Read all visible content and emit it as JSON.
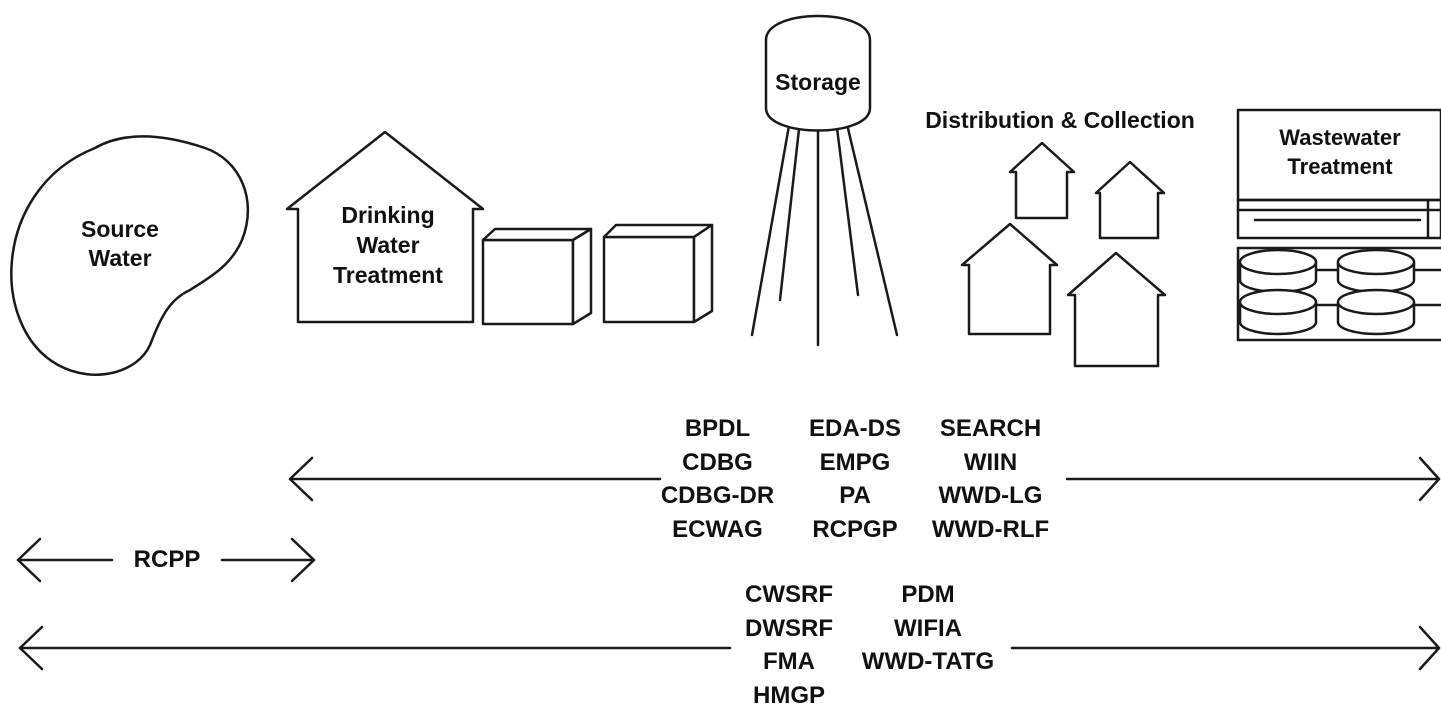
{
  "stages": {
    "source_water": {
      "line1": "Source",
      "line2": "Water"
    },
    "drinking_water_treatment": {
      "line1": "Drinking",
      "line2": "Water",
      "line3": "Treatment"
    },
    "storage": {
      "label": "Storage"
    },
    "distribution_collection": {
      "label": "Distribution & Collection"
    },
    "wastewater_treatment": {
      "line1": "Wastewater",
      "line2": "Treatment"
    }
  },
  "spans": {
    "treatment_to_wastewater": {
      "columns": [
        [
          "BPDL",
          "CDBG",
          "CDBG-DR",
          "ECWAG"
        ],
        [
          "EDA-DS",
          "EMPG",
          "PA",
          "RCPGP"
        ],
        [
          "SEARCH",
          "WIIN",
          "WWD-LG",
          "WWD-RLF"
        ]
      ]
    },
    "source_only": {
      "label": "RCPP"
    },
    "full_system": {
      "columns": [
        [
          "CWSRF",
          "DWSRF",
          "FMA",
          "HMGP"
        ],
        [
          "PDM",
          "WIFIA",
          "WWD-TATG"
        ]
      ]
    }
  }
}
